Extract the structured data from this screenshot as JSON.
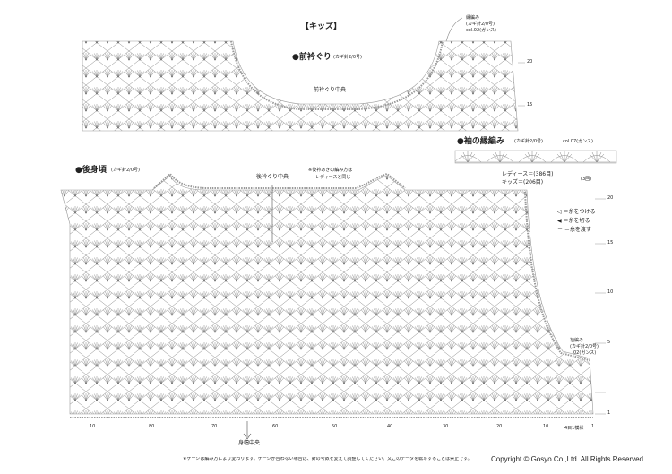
{
  "section_title": "【キッズ】",
  "front_neck": {
    "title": "●前衿ぐり",
    "hook": "(カギ針2/0号)",
    "center": "前衿ぐり中央"
  },
  "neck_edging": {
    "title": "縁編み",
    "hook": "(カギ針2/0号)",
    "yarn": "col.02(ガンス)"
  },
  "sleeve_edge": {
    "title": "●袖の縁編み",
    "hook": "(カギ針2/0号)",
    "yarn": "col.07(ガンス)"
  },
  "back": {
    "title": "●後身頃",
    "hook": "(カギ針2/0号)",
    "neck_center": "後衿ぐり中央",
    "note_line1": "※後衿あきの編み方は",
    "note_line2": "レディースと同じ",
    "hem_center": "身幅中央"
  },
  "sleeve_counts": {
    "ladies": "レディース＝(386目)",
    "kids": "キッズ＝(206目)",
    "repeat": "(3回)"
  },
  "legend": {
    "join": "◁ ＝糸をつける",
    "cut": "◀ ＝糸を切る",
    "skip": "－ ＝糸を渡す"
  },
  "armhole": {
    "title": "袖編み",
    "hook": "(カギ針2/0号)",
    "yarn": "02(ガンス)"
  },
  "hem_label": "4目1模様",
  "row_labels_front": [
    "20",
    "15"
  ],
  "row_labels_back": [
    "20",
    "15",
    "10",
    "5",
    "1"
  ],
  "stitch_labels_bottom": [
    "10",
    "80",
    "70",
    "60",
    "50",
    "40",
    "30",
    "20",
    "10",
    "1"
  ],
  "footnote": "★ゲージは編み方により変わります。ゲージが合わない場合は、針の号数を変えて調整してください。又このデータを転写することは禁止です。",
  "copyright": "Copyright © Gosyo Co.,Ltd. All Rights Reserved."
}
